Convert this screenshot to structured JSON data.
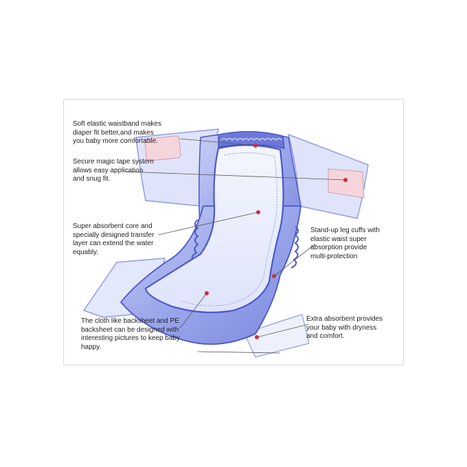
{
  "colors": {
    "outline": "#4b56c8",
    "shade": "#8f9be6",
    "light": "#d8def8",
    "pad": "#eef1fc",
    "tab": "#f5d4dc",
    "marker": "#d42a3a",
    "leader": "#555555",
    "text": "#222222"
  },
  "callouts": {
    "waistband": [
      "Soft elastic waistband makes",
      "diaper fit better,and makes",
      "you baby more comfortable."
    ],
    "tape": [
      "Secure magic tape system",
      "allows easy application",
      "and snug fit."
    ],
    "core": [
      "Super absorbent core and",
      "specially designed transfer",
      "layer can extend the water",
      "equably."
    ],
    "cuffs": [
      "Stand-up leg cuffs with",
      "elastic waist super",
      "absorption provide",
      "multi-protection"
    ],
    "backsheet": [
      "The cloth like backsheet and PE",
      "backsheet can be designed with",
      "interesting pictures to keep baby",
      "happy."
    ],
    "extra": [
      "Extra absorbent provides",
      "your baby with dryness",
      "and comfort."
    ]
  }
}
